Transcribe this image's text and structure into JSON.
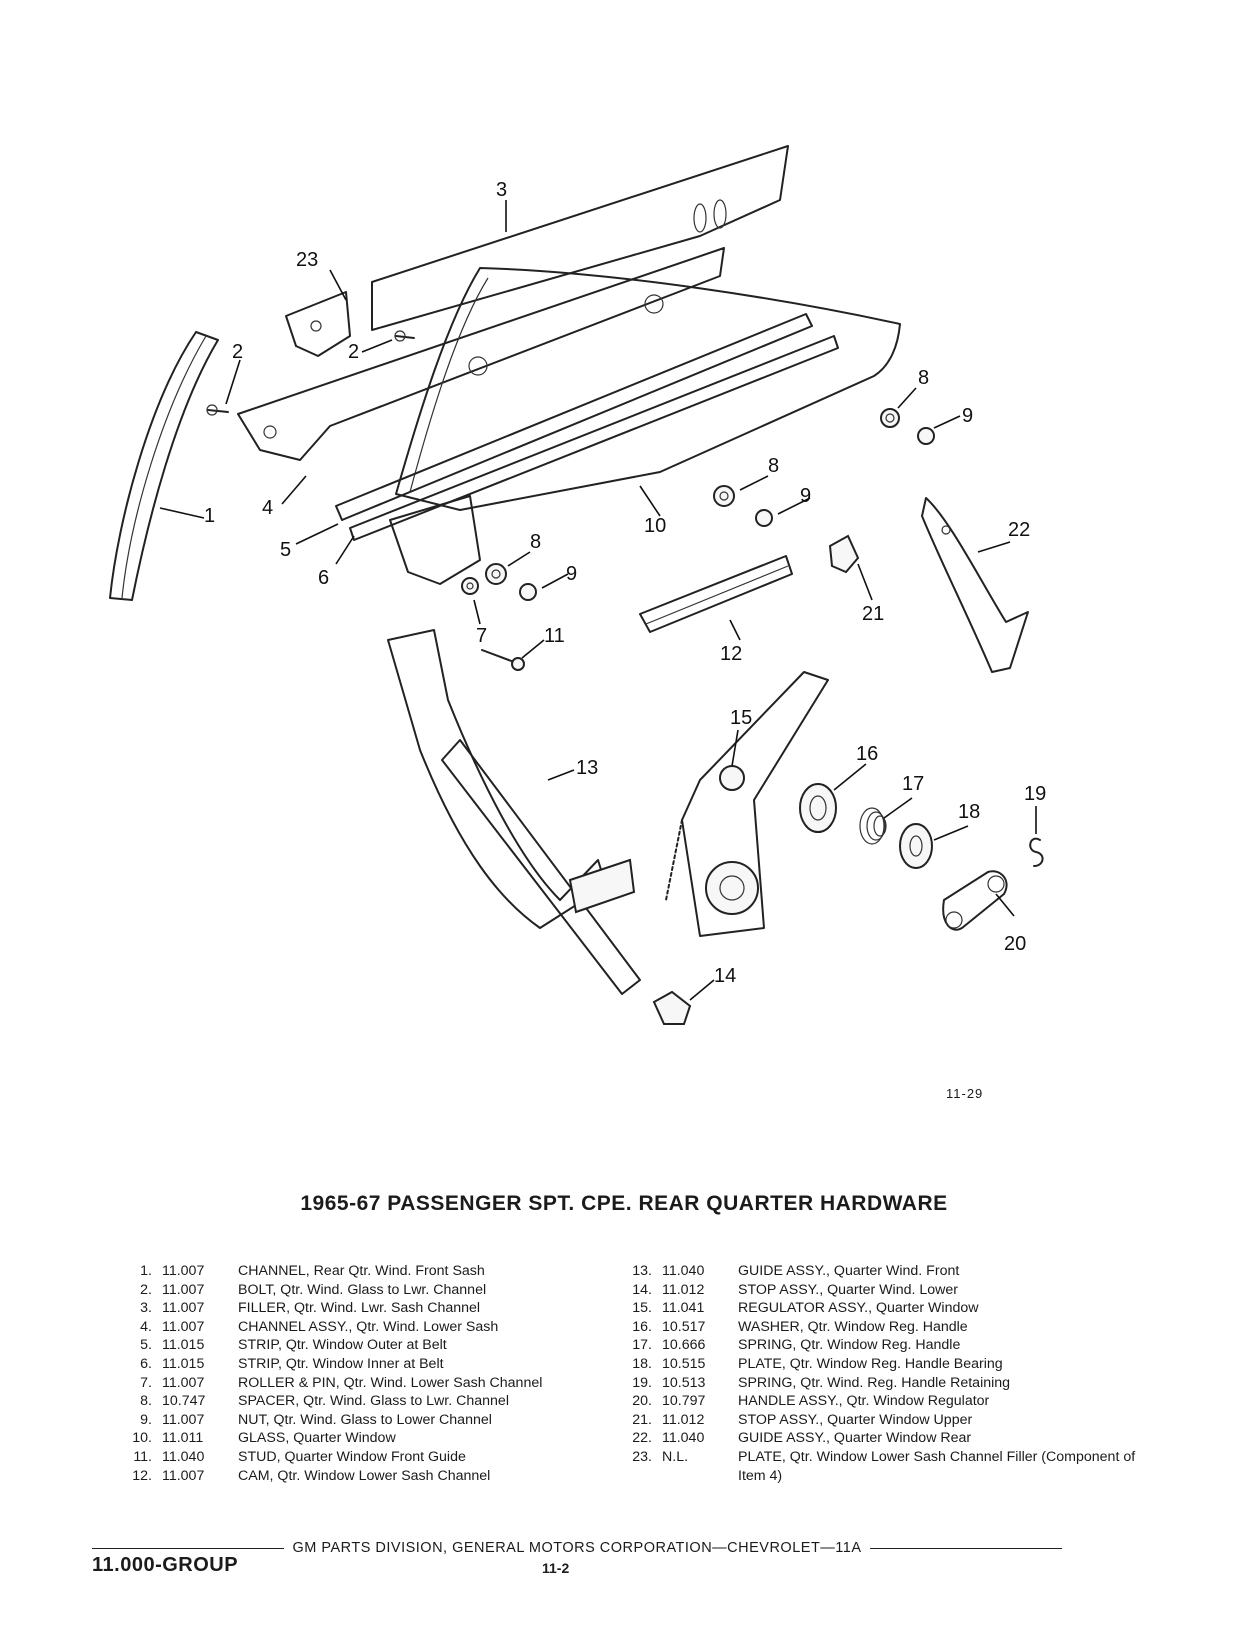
{
  "figure": {
    "callouts": [
      "1",
      "2",
      "2",
      "3",
      "4",
      "5",
      "6",
      "7",
      "8",
      "8",
      "8",
      "9",
      "9",
      "9",
      "10",
      "11",
      "12",
      "13",
      "14",
      "15",
      "16",
      "17",
      "18",
      "19",
      "20",
      "21",
      "22",
      "23"
    ],
    "figure_number": "11-29"
  },
  "title": "1965-67 PASSENGER SPT. CPE. REAR QUARTER HARDWARE",
  "parts_left": [
    {
      "num": "1.",
      "code": "11.007",
      "desc": "CHANNEL, Rear Qtr. Wind. Front Sash"
    },
    {
      "num": "2.",
      "code": "11.007",
      "desc": "BOLT, Qtr. Wind. Glass to Lwr. Channel"
    },
    {
      "num": "3.",
      "code": "11.007",
      "desc": "FILLER, Qtr. Wind. Lwr. Sash Channel"
    },
    {
      "num": "4.",
      "code": "11.007",
      "desc": "CHANNEL ASSY., Qtr. Wind. Lower Sash"
    },
    {
      "num": "5.",
      "code": "11.015",
      "desc": "STRIP, Qtr. Window Outer at Belt"
    },
    {
      "num": "6.",
      "code": "11.015",
      "desc": "STRIP, Qtr. Window Inner at Belt"
    },
    {
      "num": "7.",
      "code": "11.007",
      "desc": "ROLLER & PIN, Qtr. Wind. Lower Sash Channel"
    },
    {
      "num": "8.",
      "code": "10.747",
      "desc": "SPACER, Qtr. Wind. Glass to Lwr. Channel"
    },
    {
      "num": "9.",
      "code": "11.007",
      "desc": "NUT, Qtr. Wind. Glass to Lower Channel"
    },
    {
      "num": "10.",
      "code": "11.011",
      "desc": "GLASS, Quarter Window"
    },
    {
      "num": "11.",
      "code": "11.040",
      "desc": "STUD, Quarter Window Front Guide"
    },
    {
      "num": "12.",
      "code": "11.007",
      "desc": "CAM, Qtr. Window Lower Sash Channel"
    }
  ],
  "parts_right": [
    {
      "num": "13.",
      "code": "11.040",
      "desc": "GUIDE ASSY., Quarter Wind. Front"
    },
    {
      "num": "14.",
      "code": "11.012",
      "desc": "STOP ASSY., Quarter Wind. Lower"
    },
    {
      "num": "15.",
      "code": "11.041",
      "desc": "REGULATOR ASSY., Quarter Window"
    },
    {
      "num": "16.",
      "code": "10.517",
      "desc": "WASHER, Qtr. Window Reg. Handle"
    },
    {
      "num": "17.",
      "code": "10.666",
      "desc": "SPRING, Qtr. Window Reg. Handle"
    },
    {
      "num": "18.",
      "code": "10.515",
      "desc": "PLATE, Qtr. Window Reg. Handle Bearing"
    },
    {
      "num": "19.",
      "code": "10.513",
      "desc": "SPRING, Qtr. Wind. Reg. Handle Retaining"
    },
    {
      "num": "20.",
      "code": "10.797",
      "desc": "HANDLE ASSY., Qtr. Window Regulator"
    },
    {
      "num": "21.",
      "code": "11.012",
      "desc": "STOP ASSY., Quarter Window Upper"
    },
    {
      "num": "22.",
      "code": "11.040",
      "desc": "GUIDE ASSY., Quarter Window Rear"
    },
    {
      "num": "23.",
      "code": "N.L.",
      "desc": "PLATE, Qtr. Window Lower Sash Channel Filler (Component of Item 4)"
    }
  ],
  "footer": {
    "text": "GM PARTS DIVISION, GENERAL MOTORS CORPORATION—CHEVROLET—11A",
    "group": "11.000-GROUP",
    "page": "11-2"
  }
}
